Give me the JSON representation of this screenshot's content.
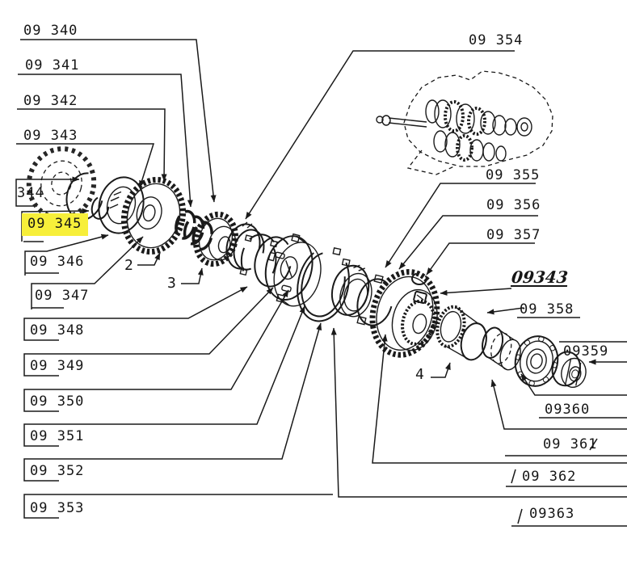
{
  "page": {
    "background": "#ffffff",
    "line_color": "#1a1a1a"
  },
  "highlight": {
    "color": "#f7ef3a",
    "applies_to": "09 345"
  },
  "left_labels": {
    "l340": "09 340",
    "l341": "09 341",
    "l342": "09 342",
    "l343": "09 343",
    "l344": "344",
    "l345": "09 345",
    "l346": "09 346",
    "l347": "09 347",
    "l348": "09 348",
    "l349": "09 349",
    "l350": "09 350",
    "l351": "09 351",
    "l352": "09 352",
    "l353": "09 353"
  },
  "right_labels": {
    "r354": "09 354",
    "r355": "09 355",
    "r356": "09 356",
    "r357": "09 357",
    "r343_handwritten": "09343",
    "r358": "09 358",
    "r359": "09359",
    "r360": "09360",
    "r361": "09 361",
    "r362": "09 362",
    "r363": "09363"
  },
  "callouts": {
    "c2": "2",
    "c3": "3",
    "c4": "4"
  },
  "illustrations": {
    "main": "exploded-gearbox-mainshaft-drawing",
    "overview": "gearbox-assembly-overview-sketch"
  }
}
